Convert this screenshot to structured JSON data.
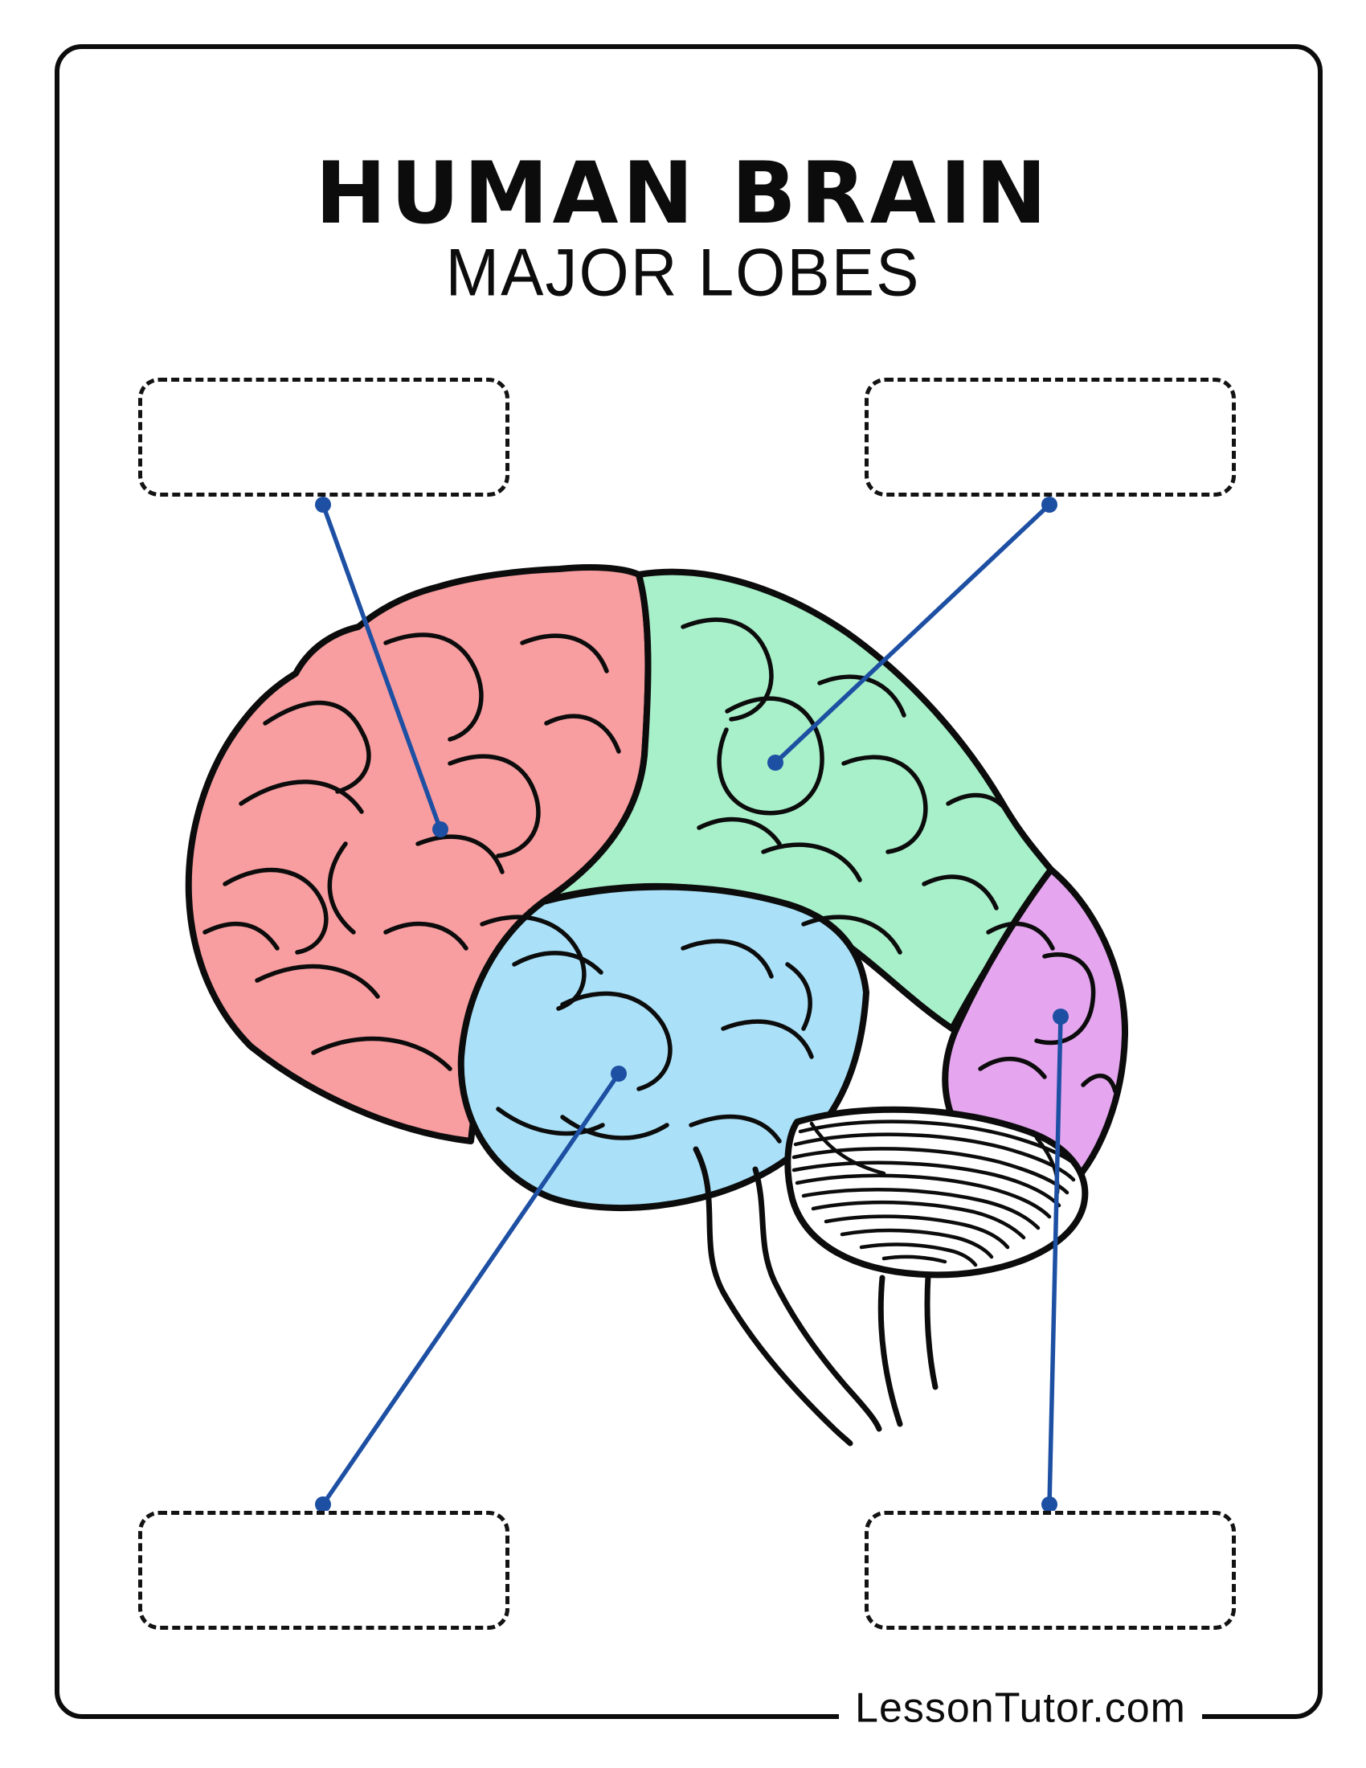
{
  "header": {
    "title": "HUMAN BRAIN",
    "subtitle": "MAJOR LOBES"
  },
  "worksheet": {
    "answer_boxes": [
      {
        "position": "top-left",
        "value": ""
      },
      {
        "position": "top-right",
        "value": ""
      },
      {
        "position": "bottom-left",
        "value": ""
      },
      {
        "position": "bottom-right",
        "value": ""
      }
    ]
  },
  "brain": {
    "colors": {
      "frontal": "#f89da0",
      "parietal": "#a7f0c9",
      "temporal": "#aae1f8",
      "occipital": "#e5a6ef",
      "outline": "#0c0c0c",
      "connector": "#1d4fa3"
    }
  },
  "footer": {
    "site": "LessonTutor.com"
  }
}
